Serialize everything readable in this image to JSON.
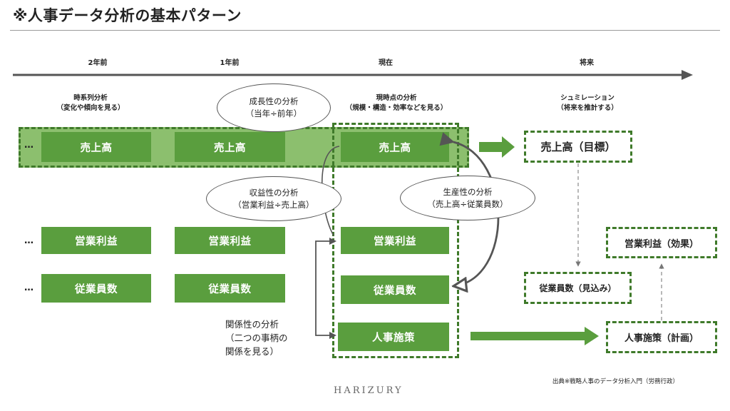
{
  "title": "※人事データ分析の基本パターン",
  "timeline": {
    "labels": [
      "2年前",
      "1年前",
      "現在",
      "将来"
    ]
  },
  "captions": {
    "timeseries": {
      "title": "時系列分析",
      "sub": "（変化や傾向を見る）"
    },
    "current": {
      "title": "現時点の分析",
      "sub": "（規模・構造・効率などを見る）"
    },
    "simulation": {
      "title": "シュミレーション",
      "sub": "（将来を推計する）"
    }
  },
  "ellipses": {
    "growth": {
      "line1": "成長性の分析",
      "line2": "（当年÷前年）"
    },
    "profitability": {
      "line1": "収益性の分析",
      "line2": "（営業利益÷売上高）"
    },
    "productivity": {
      "line1": "生産性の分析",
      "line2": "（売上高÷従業員数）"
    }
  },
  "boxes": {
    "sales": "売上高",
    "operating_profit": "営業利益",
    "employees": "従業員数",
    "hr_measures": "人事施策"
  },
  "ellipsis_mark": "…",
  "future": {
    "sales_goal": "売上高（目標）",
    "profit_effect": "営業利益（効果）",
    "employees_forecast": "従業員数（見込み）",
    "hr_plan": "人事施策（計画）"
  },
  "relation": {
    "line1": "関係性の分析",
    "line2": "（二つの事柄の",
    "line3": "関係を見る）"
  },
  "source": "出典※戦略人事のデータ分析入門（労務行政）",
  "logo": "HARIZURY",
  "colors": {
    "box_green": "#5a9e3e",
    "band_green": "#8cbf6e",
    "dash_green": "#3f7a2a",
    "arrow_gray": "#555555"
  }
}
